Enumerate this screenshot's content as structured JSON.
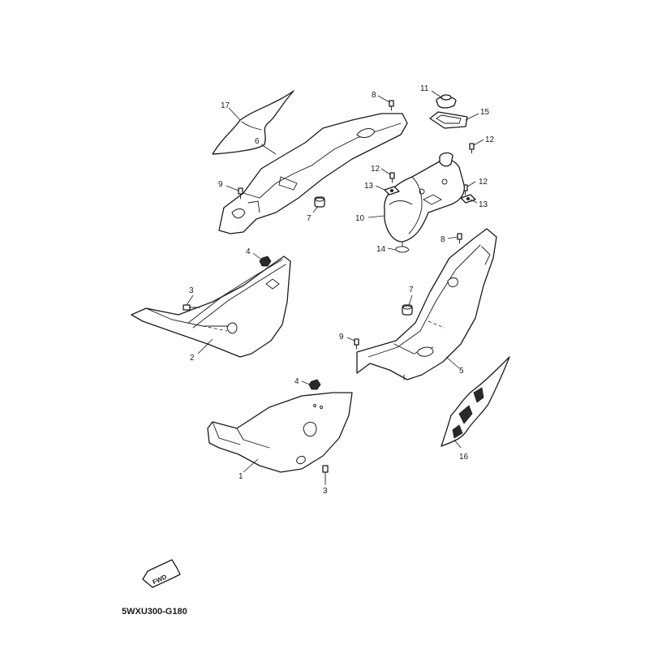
{
  "diagram_code": "5WXU300-G180",
  "fwd_label": "FWD",
  "callouts": {
    "c1": "1",
    "c2": "2",
    "c3a": "3",
    "c3b": "3",
    "c4a": "4",
    "c4b": "4",
    "c5": "5",
    "c6": "6",
    "c7a": "7",
    "c7b": "7",
    "c8a": "8",
    "c8b": "8",
    "c9a": "9",
    "c9b": "9",
    "c10": "10",
    "c11": "11",
    "c12a": "12",
    "c12b": "12",
    "c12c": "12",
    "c13a": "13",
    "c13b": "13",
    "c14": "14",
    "c15": "15",
    "c16": "16",
    "c17": "17"
  }
}
